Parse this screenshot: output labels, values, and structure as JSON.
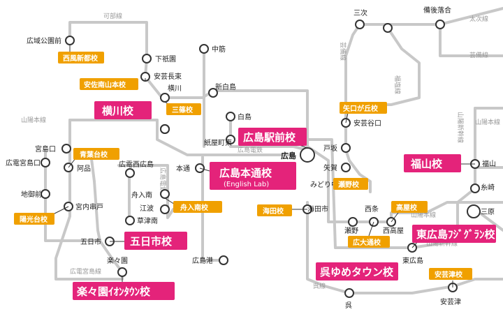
{
  "line_labels": {
    "kabe": "可部線",
    "geibi": "芸備線",
    "fukuen": "福塩線",
    "taiji": "太次線",
    "geibi2": "芸備線",
    "sanyo_west": "山陽本線",
    "sanyo_sh": "山陽新幹線",
    "sanyo_east": "山陽本線",
    "hiroden": "広島電鉄",
    "hiroden2": "広島電鉄",
    "hiroden_miyajima": "広電宮島線",
    "kure": "呉線",
    "sanyo_shinkansen2": "山陽新幹線",
    "sanyo_honsen2": "山陽本線"
  },
  "stations": {
    "hiroikouenmae": "広域公園前",
    "shimogion": "下祇園",
    "nakasuji": "中筋",
    "akinagatsuka": "安芸長束",
    "yokogawa": "横川",
    "shinhakushima": "新白島",
    "hakushima": "白島",
    "kamiyacho": "紙屋町東",
    "hiroshima": "広島",
    "hondori": "本通",
    "miyajimaguchi": "宮島口",
    "hiroden_miyajimaguchi": "広電宮島口",
    "ajina": "阿品",
    "jigozen": "地御前",
    "kushido": "宮内串戸",
    "itsukaichi": "五日市",
    "rakurakuen": "楽々園",
    "hiroden_nishihiroshima": "広電西広島",
    "funairi_minami": "舟入南",
    "eba": "江波",
    "kusatsu_minami": "草津南",
    "hiroshimako": "広島港",
    "miyoshi": "三次",
    "bingo_ochiai": "備後落合",
    "yaguchi": "安芸谷口",
    "tosaka": "戸坂",
    "yaga": "矢賀",
    "midoriguchi": "みどり中央",
    "kaitaichi": "海田市",
    "seno": "瀬野",
    "saijo": "西条",
    "nishitakaya": "西高屋",
    "higashihiroshima": "東広島",
    "kure": "呉",
    "akitsu": "安芸津",
    "fukuyama": "福山",
    "itosaki": "糸崎",
    "mihara": "三原",
    "hiroden_line": "広島電鉄"
  },
  "schools": {
    "nishikaze": "西風新都校",
    "asaminami": "安佐南山本校",
    "yokogawa": "横川校",
    "mitaki": "三篠校",
    "ekimae": "広島駅前校",
    "hondori": "広島本通校",
    "hondori_sub": "(English Lab)",
    "aobadai": "青葉台校",
    "yokodai": "陽光台校",
    "funairi": "舟入南校",
    "itsukaichi": "五日市校",
    "rakurakuen": "楽々園ｲｵﾝﾀｳﾝ校",
    "yaguchigaoka": "矢口が丘校",
    "seno": "瀬野校",
    "kaita": "海田校",
    "takaya": "高屋校",
    "hirodai": "広大通校",
    "higashihiroshima": "東広島ﾌｼﾞｸﾞﾗﾝ校",
    "kure": "呉ゆめタウン校",
    "akitsu": "安芸津校",
    "fukuyama": "福山校"
  },
  "colors": {
    "line": "#c8c8c8",
    "school_small": "#f0a000",
    "school_large": "#e4237a",
    "station_stroke": "#333333"
  }
}
